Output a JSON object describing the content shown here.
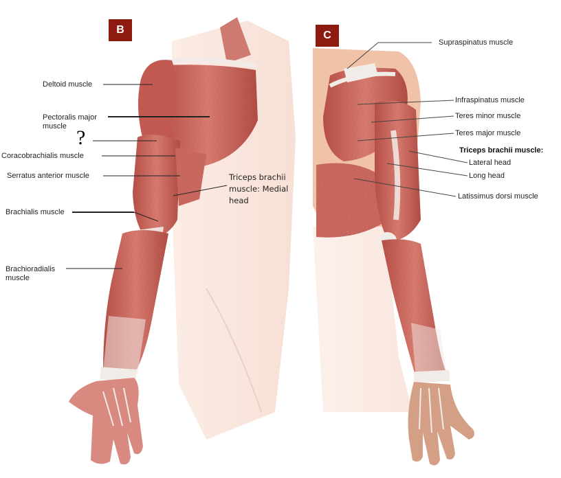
{
  "panels": {
    "anterior": {
      "badge": "B"
    },
    "posterior": {
      "badge": "C"
    }
  },
  "labels_b": {
    "deltoid": "Deltoid muscle",
    "pectoralis_major": "Pectoralis major muscle",
    "question_mark": "?",
    "coracobrachialis": "Coracobrachialis muscle",
    "serratus_anterior": "Serratus anterior muscle",
    "triceps_medial": "Triceps brachii muscle: Medial head",
    "brachialis": "Brachialis muscle",
    "brachioradialis": "Brachioradialis muscle"
  },
  "labels_c": {
    "supraspinatus": "Supraspinatus muscle",
    "infraspinatus": "Infraspinatus muscle",
    "teres_minor": "Teres minor muscle",
    "teres_major": "Teres major muscle",
    "triceps_heading": "Triceps brachii muscle:",
    "lateral_head": "Lateral head",
    "long_head": "Long head",
    "latissimus_dorsi": "Latissimus dorsi muscle"
  },
  "colors": {
    "badge": "#8e1b10",
    "muscle": "#c9665c",
    "muscle_dark": "#a9453d",
    "tendon": "#f2ece8",
    "skin_back": "#f0c2a8"
  }
}
